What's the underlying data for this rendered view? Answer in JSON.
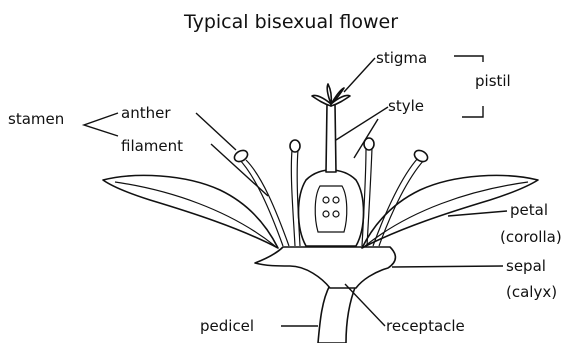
{
  "title": "Typical bisexual flower",
  "labels": {
    "stigma": "stigma",
    "pistil": "pistil",
    "style": "style",
    "stamen": "stamen",
    "anther": "anther",
    "filament": "filament",
    "petal": "petal",
    "corolla": "(corolla)",
    "sepal": "sepal",
    "calyx": "(calyx)",
    "pedicel": "pedicel",
    "receptacle": "receptacle"
  }
}
